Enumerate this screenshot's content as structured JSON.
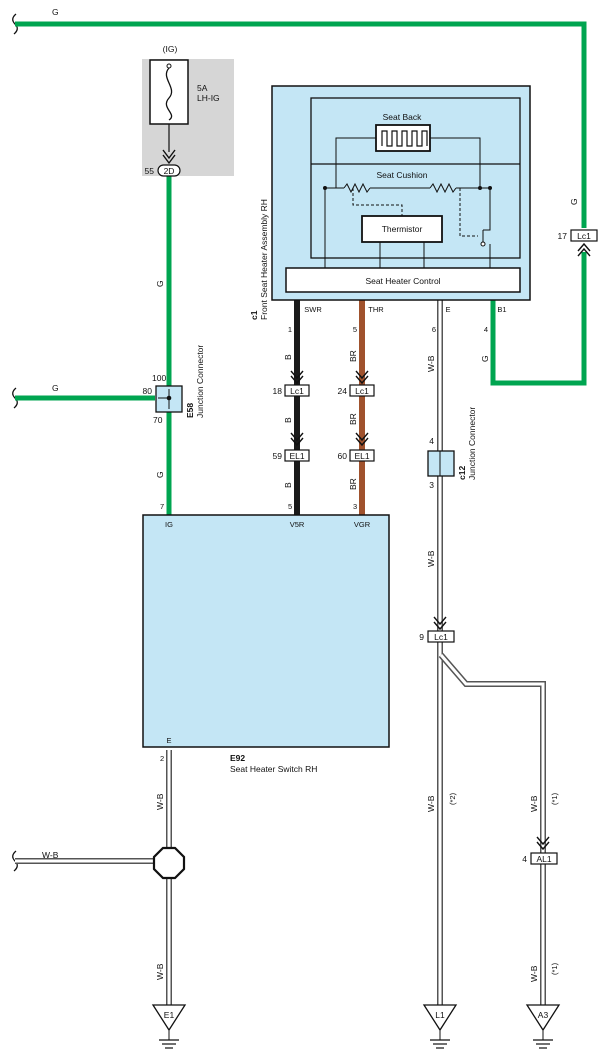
{
  "fuse": {
    "top_label": "(IG)",
    "rating": "5A",
    "name": "LH-IG",
    "pin": "55",
    "connector": "2D"
  },
  "wire_colors": {
    "g": "G",
    "b": "B",
    "br": "BR",
    "wb": "W-B"
  },
  "colors": {
    "green": "#00a550",
    "black": "#1a1a1a",
    "brown": "#a0522d",
    "component_fill": "#c4e6f5",
    "fuse_bg": "#d6d6d6",
    "wb_wire": "#555555"
  },
  "seat_assembly": {
    "code": "c1",
    "name": "Front Seat Heater Assembly RH",
    "seat_back": "Seat Back",
    "seat_cushion": "Seat Cushion",
    "thermistor": "Thermistor",
    "control": "Seat Heater Control",
    "pins": [
      {
        "name": "SWR",
        "num": "1"
      },
      {
        "name": "THR",
        "num": "5"
      },
      {
        "name": "E",
        "num": "6"
      },
      {
        "name": "B1",
        "num": "4"
      }
    ]
  },
  "connector_lc1_right": {
    "label": "Lc1",
    "pin": "17"
  },
  "junction_e58": {
    "code": "E58",
    "desc": "Junction Connector",
    "pin_top": "100",
    "pin_left": "80",
    "pin_bottom": "70"
  },
  "connectors_mid": {
    "lc1_a": {
      "label": "Lc1",
      "pin": "18"
    },
    "lc1_b": {
      "label": "Lc1",
      "pin": "24"
    },
    "el1_a": {
      "label": "EL1",
      "pin": "59"
    },
    "el1_b": {
      "label": "EL1",
      "pin": "60"
    }
  },
  "junction_c12": {
    "code": "c12",
    "desc": "Junction Connector",
    "pin_top": "4",
    "pin_bottom": "3"
  },
  "switch": {
    "code": "E92",
    "name": "Seat Heater Switch RH",
    "pins": [
      {
        "name": "IG",
        "num": "7"
      },
      {
        "name": "V5R",
        "num": "5"
      },
      {
        "name": "VGR",
        "num": "3"
      },
      {
        "name": "E",
        "num": "2"
      }
    ]
  },
  "connector_lc1_lower": {
    "label": "Lc1",
    "pin": "9"
  },
  "connector_al1": {
    "label": "AL1",
    "pin": "4"
  },
  "notes": {
    "n2": "(*2)",
    "n1": "(*1)"
  },
  "grounds": [
    {
      "label": "E1"
    },
    {
      "label": "L1"
    },
    {
      "label": "A3"
    }
  ]
}
